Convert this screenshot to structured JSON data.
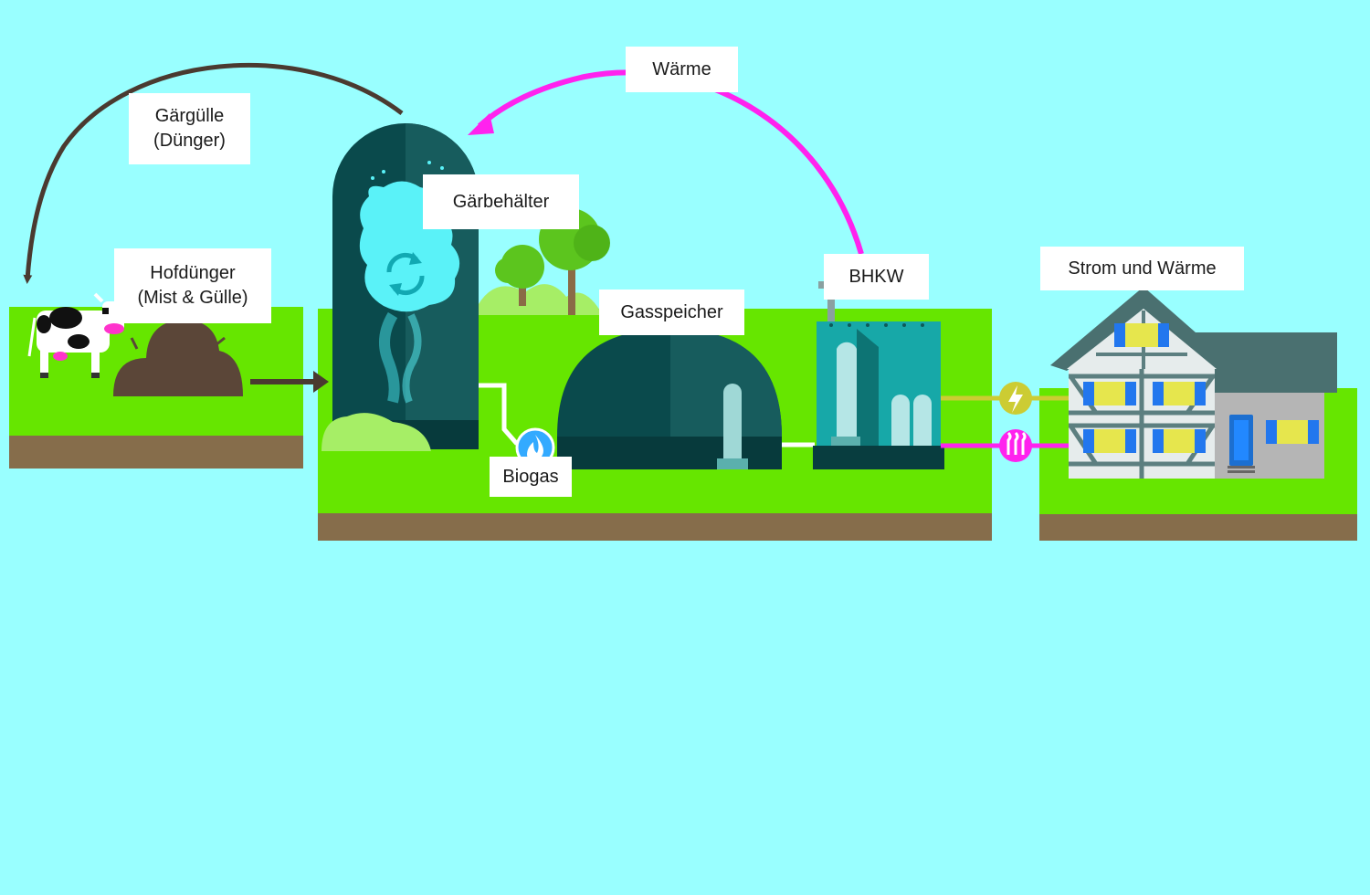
{
  "labels": {
    "gaerguelle": [
      "Gärgülle",
      "(Dünger)"
    ],
    "waerme": "Wärme",
    "hofduenger": [
      "Hofdünger",
      "(Mist & Gülle)"
    ],
    "gaerbehaelter": "Gärbehälter",
    "bhkw": "BHKW",
    "gasspeicher": "Gasspeicher",
    "biogas": "Biogas",
    "strom_und_waerme": "Strom und Wärme"
  },
  "colors": {
    "background": "#99ffff",
    "grass": "#66e600",
    "soil": "#866d4b",
    "manure": "#5b4638",
    "tank_dark": "#0a4a4c",
    "tank_light": "#175c5d",
    "heat": "#ff22ee",
    "power": "#cccc33",
    "digestate_arrow": "#4a3a30",
    "biogas_icon": "#33aaff"
  },
  "icons": [
    "cow-icon",
    "manure-pile-icon",
    "recycle-icon",
    "flame-icon",
    "lightning-icon",
    "heating-icon",
    "tree-icon",
    "house-icon"
  ]
}
